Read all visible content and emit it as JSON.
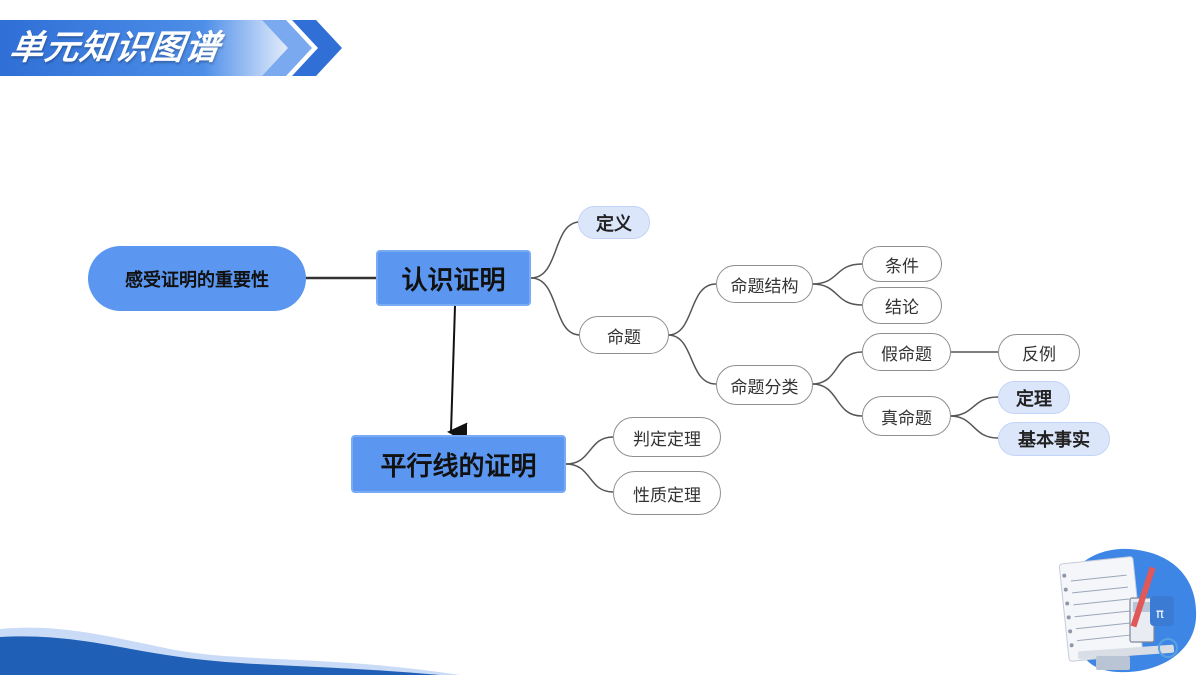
{
  "header": {
    "title": "单元知识图谱"
  },
  "mindmap": {
    "root": "感受证明的重要性",
    "main1": "认识证明",
    "main2": "平行线的证明",
    "definition": "定义",
    "proposition": "命题",
    "structure": "命题结构",
    "condition": "条件",
    "conclusion": "结论",
    "classification": "命题分类",
    "false_prop": "假命题",
    "counterexample": "反例",
    "true_prop": "真命题",
    "theorem": "定理",
    "basic_fact": "基本事实",
    "judgement_theorem": "判定定理",
    "property_theorem": "性质定理"
  },
  "colors": {
    "accent": "#5b97f0",
    "header_blue": "#2f6fd6",
    "tag_bg": "#dce6fb",
    "wave_blue": "#1f5fb5"
  }
}
